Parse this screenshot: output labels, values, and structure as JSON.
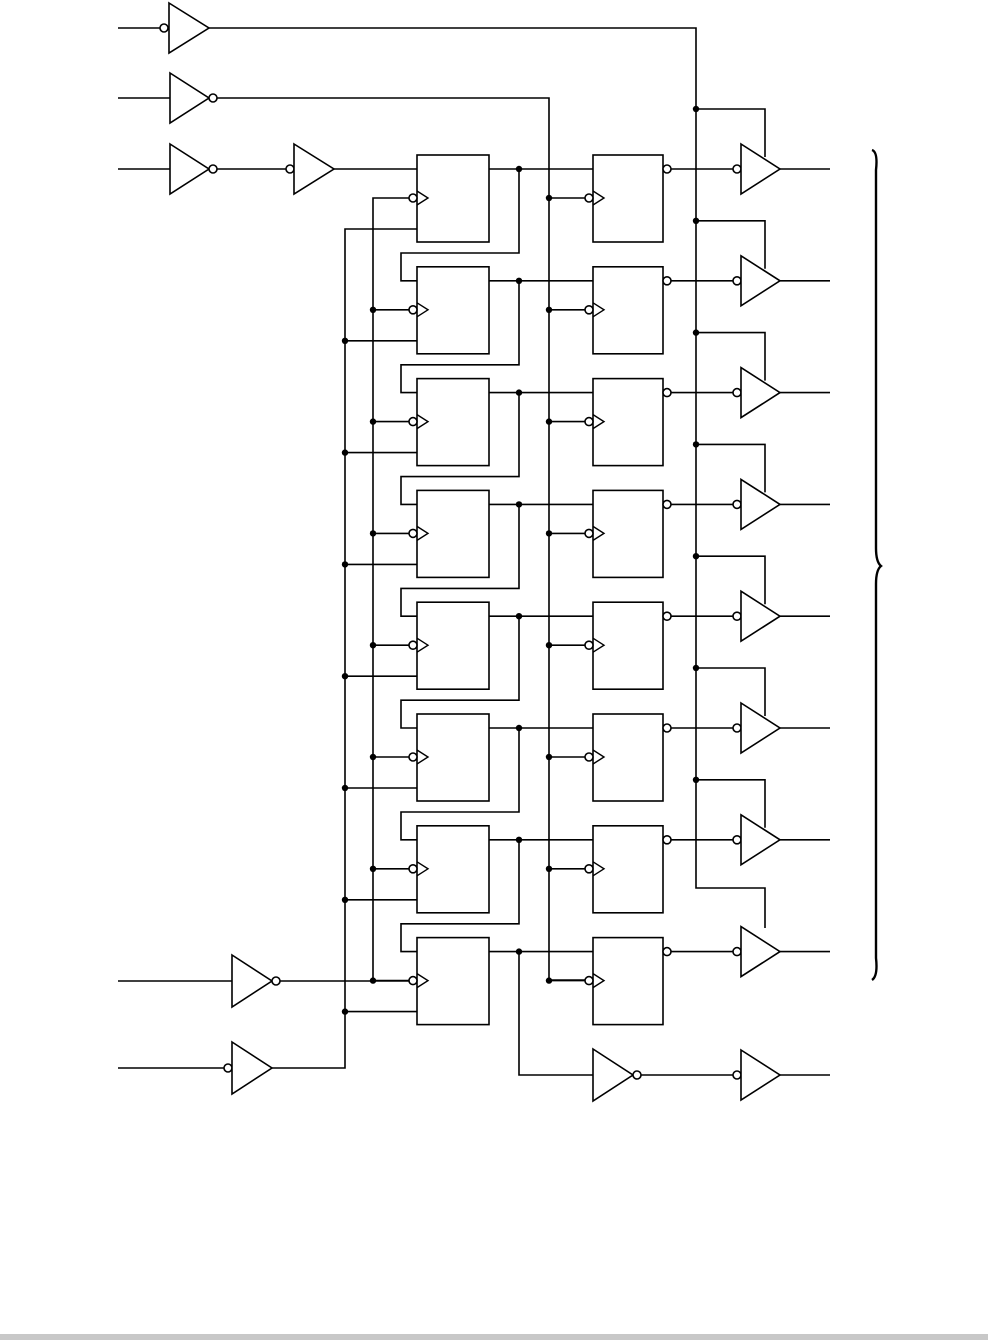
{
  "diagram": {
    "type": "logic-schematic",
    "stages": 8,
    "components": {
      "input_buffers": 5,
      "shift_register_flip_flops": 8,
      "storage_register_flip_flops": 8,
      "tristate_output_buffers": 8,
      "serial_output_buffers": 2
    },
    "labels": []
  },
  "colors": {
    "ink": "#000000",
    "background": "#ffffff",
    "footer_rule": "#c8c8c8"
  }
}
